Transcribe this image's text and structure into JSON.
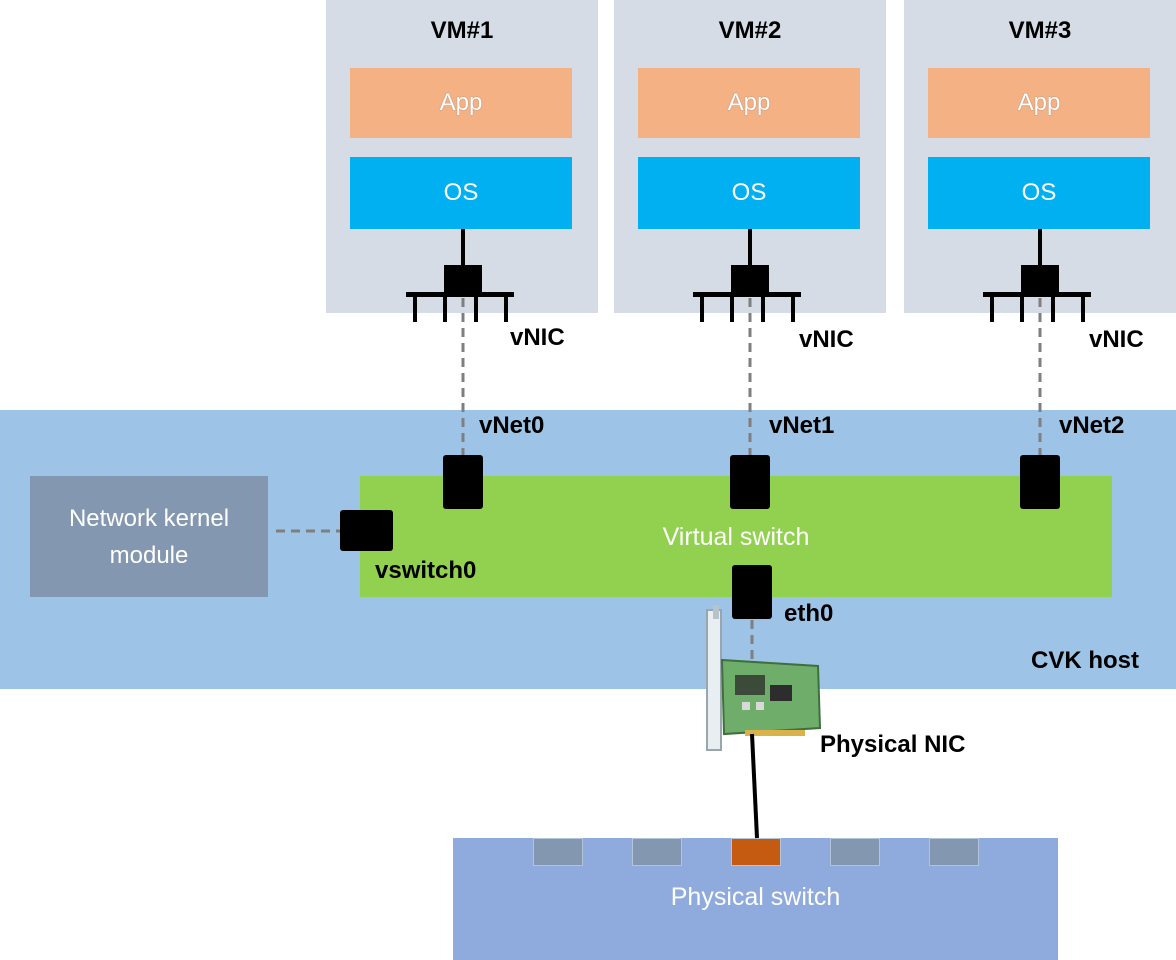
{
  "vms": [
    {
      "title": "VM#1",
      "app": "App",
      "os": "OS",
      "nic_label": "vNIC",
      "vnet_label": "vNet0"
    },
    {
      "title": "VM#2",
      "app": "App",
      "os": "OS",
      "nic_label": "vNIC",
      "vnet_label": "vNet1"
    },
    {
      "title": "VM#3",
      "app": "App",
      "os": "OS",
      "nic_label": "vNIC",
      "vnet_label": "vNet2"
    }
  ],
  "host": {
    "label": "CVK host",
    "virtual_switch": "Virtual switch",
    "vswitch_port": "vswitch0",
    "uplink_port": "eth0",
    "kernel_module": "Network kernel module"
  },
  "physical_nic": {
    "label": "Physical NIC"
  },
  "physical_switch": {
    "label": "Physical switch",
    "port_count": 5,
    "active_port_index": 2
  },
  "colors": {
    "vm_bg": "#d5dce6",
    "app": "#f3b184",
    "os": "#00b0f0",
    "host": "#9dc3e6",
    "vswitch": "#92d050",
    "kernel_module": "#8497b0",
    "physical_switch": "#8faadc",
    "active_port": "#c55a11"
  }
}
